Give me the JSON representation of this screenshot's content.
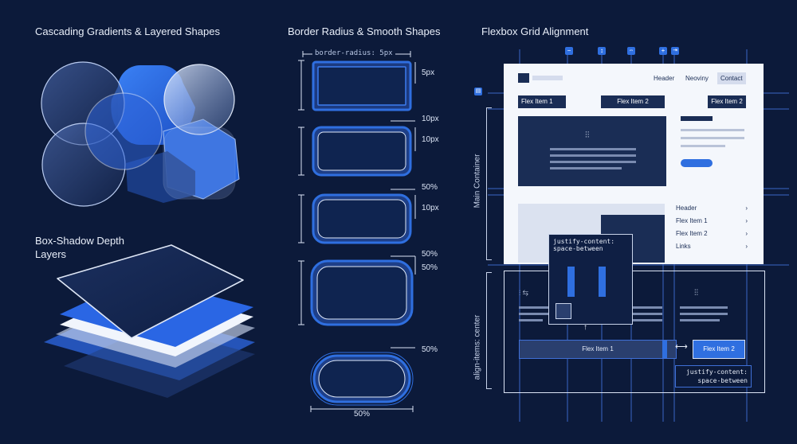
{
  "panel1": {
    "title": "Cascading Gradients & Layered Shapes"
  },
  "panel2": {
    "title_line1": "Box-Shadow Depth",
    "title_line2": "Layers"
  },
  "panel3": {
    "title": "Border Radius & Smooth Shapes",
    "code_label": "border-radius: 5px",
    "labels": [
      "5px",
      "10px",
      "10px",
      "50%",
      "10px",
      "50%",
      "50%",
      "50%",
      "50%"
    ]
  },
  "panel4": {
    "title": "Flexbox Grid Alignment",
    "nav": {
      "header": "Header",
      "neoviny": "Neoviny",
      "contact": "Contact"
    },
    "flex_item_1": "Flex Item 1",
    "flex_item_2": "Flex Item 2",
    "flex_item_2b": "Flex Item 2",
    "side_menu": [
      "Header",
      "Flex Item 1",
      "Flex Item 2",
      "Links"
    ],
    "main_container": "Main Container",
    "align_items": "align-items: center",
    "justify_popup_line1": "justify-content:",
    "justify_popup_line2": "space-between",
    "bottom_flex1": "Flex Item 1",
    "bottom_flex2": "Flex Item 2",
    "justify_box_line1": "justify-content:",
    "justify_box_line2": "space-between"
  },
  "colors": {
    "bg": "#0c1a3a",
    "accent": "#2f6fe0",
    "line": "#3f6fd6",
    "white": "#f4f7fc"
  }
}
